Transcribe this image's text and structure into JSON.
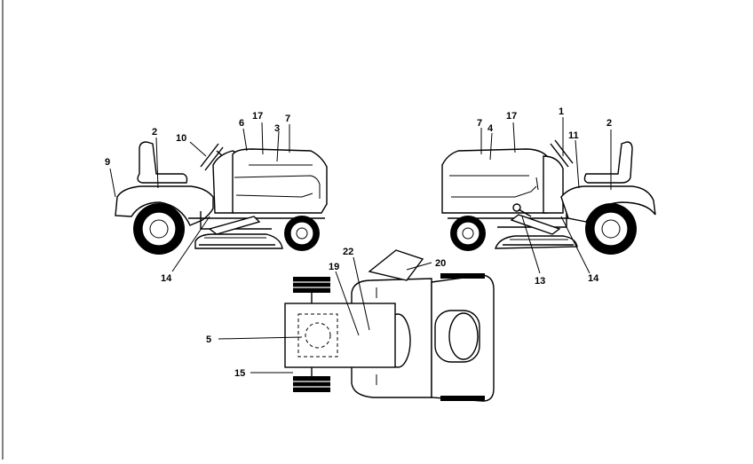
{
  "diagram": {
    "callouts": {
      "l_9": "9",
      "l_2": "2",
      "l_10": "10",
      "l_6": "6",
      "l_17": "17",
      "l_3": "3",
      "l_7": "7",
      "l_14": "14",
      "r_7": "7",
      "r_4": "4",
      "r_17": "17",
      "r_1": "1",
      "r_11": "11",
      "r_2": "2",
      "r_13": "13",
      "r_14": "14",
      "t_22": "22",
      "t_20": "20",
      "t_19": "19",
      "t_5": "5",
      "t_15": "15"
    }
  }
}
